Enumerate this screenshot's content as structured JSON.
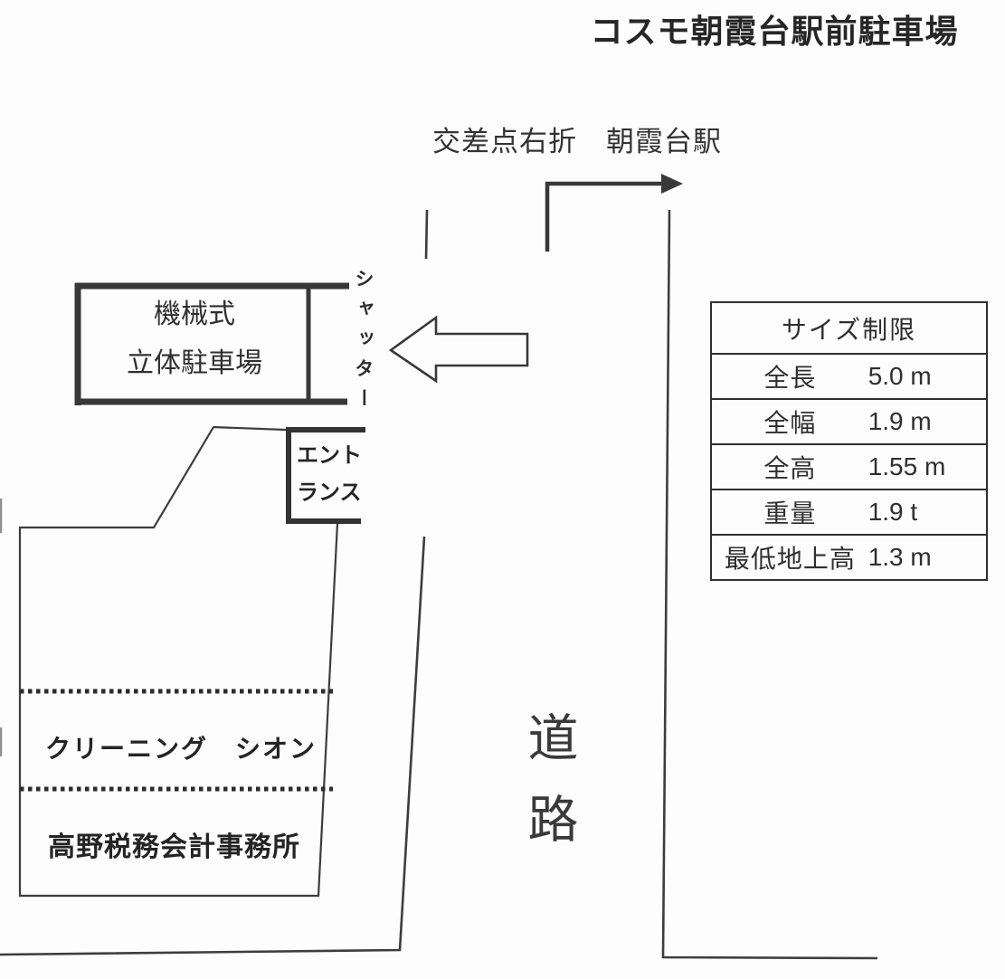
{
  "title": "コスモ朝霞台駅前駐車場",
  "direction_note": "交差点右折　朝霞台駅",
  "map": {
    "mechanical_parking": {
      "line1": "機械式",
      "line2": "立体駐車場"
    },
    "shutter_label": "シャッター",
    "entrance": {
      "line1": "エント",
      "line2": "ランス"
    },
    "tenants": {
      "cleaning": "クリーニング　シオン",
      "tax_office": "高野税務会計事務所"
    },
    "road_label": "道路"
  },
  "size_limit_table": {
    "header": "サイズ制限",
    "rows": [
      {
        "label": "全長",
        "value": "5.0 m"
      },
      {
        "label": "全幅",
        "value": "1.9 m"
      },
      {
        "label": "全高",
        "value": "1.55 m"
      },
      {
        "label": "重量",
        "value": "1.9 t"
      },
      {
        "label": "最低地上高",
        "value": "1.3 m"
      }
    ]
  },
  "colors": {
    "ink": "#383838",
    "background": "#fdfdfd"
  }
}
